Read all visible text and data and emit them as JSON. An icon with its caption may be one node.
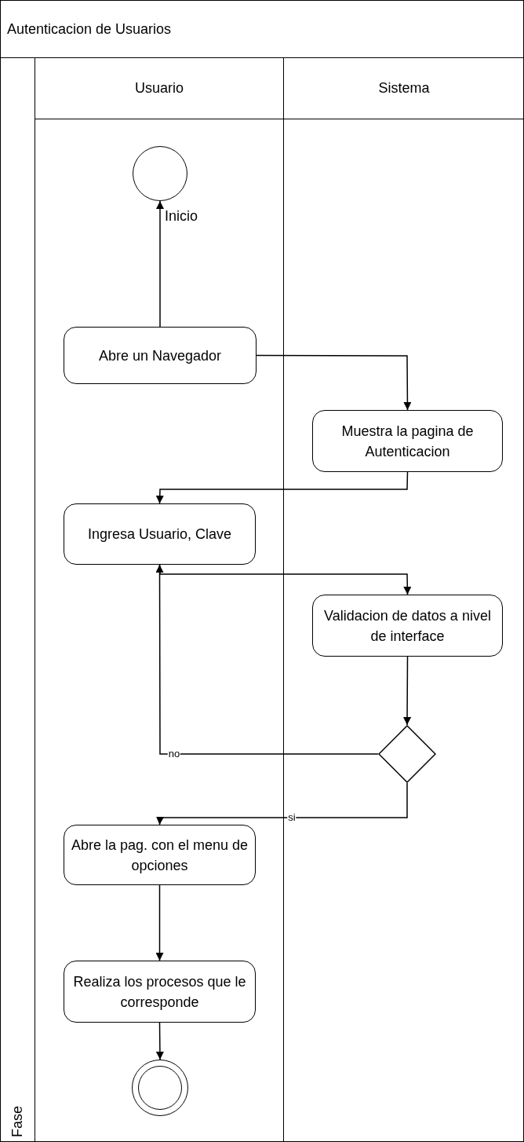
{
  "diagram": {
    "nodes": [
      {
        "text": [
          "Autenticacion de Usuarios"
        ]
      },
      {
        "text": [
          "Fase"
        ],
        "in": 0
      },
      {
        "text": [
          "Usuario"
        ],
        "in": 0
      },
      {
        "text": [
          "Sistema"
        ],
        "in": 0
      },
      {
        "text": [],
        "shape": "circle",
        "beside": [
          "Inicio"
        ],
        "in": 2
      },
      {
        "text": [
          "Abre un Navegador"
        ],
        "in": 2
      },
      {
        "text": [
          "Muestra la pagina de Autenticacion"
        ],
        "in": 3
      },
      {
        "text": [
          "Ingresa Usuario, Clave"
        ],
        "in": 2
      },
      {
        "text": [
          "Validacion de datos a nivel de interface"
        ],
        "in": 3
      },
      {
        "text": [],
        "shape": "diamond",
        "in": 3
      },
      {
        "text": [
          "Abre la pag. con el menu de opciones"
        ],
        "in": 2
      },
      {
        "text": [
          "Realiza los procesos que le corresponde"
        ],
        "in": 2
      },
      {
        "text": [],
        "shape": "circle",
        "in": 2
      }
    ],
    "edges": [
      {
        "from": 5,
        "to": 4,
        "arrow": "to"
      },
      {
        "from": 5,
        "to": 6,
        "arrow": "to"
      },
      {
        "from": 6,
        "to": 7,
        "arrow": "to"
      },
      {
        "from": 7,
        "to": 8,
        "arrow": "to"
      },
      {
        "from": 8,
        "to": 9,
        "arrow": "to"
      },
      {
        "from": 9,
        "to": 7,
        "arrow": "to",
        "label": "no"
      },
      {
        "from": 9,
        "to": 10,
        "arrow": "to",
        "label": "si"
      },
      {
        "from": 10,
        "to": 11,
        "arrow": "to"
      },
      {
        "from": 11,
        "to": 12,
        "arrow": "to"
      }
    ]
  }
}
